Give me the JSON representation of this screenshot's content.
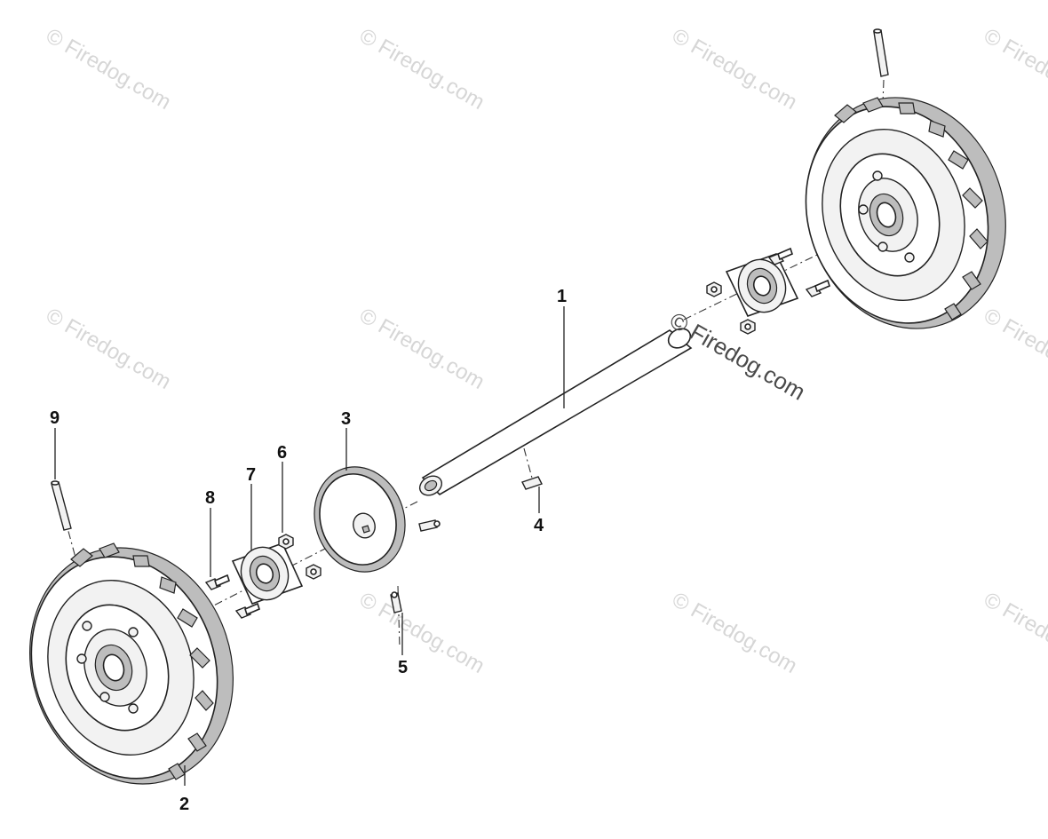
{
  "diagram": {
    "callouts": [
      "1",
      "2",
      "3",
      "4",
      "5",
      "6",
      "7",
      "8",
      "9"
    ],
    "watermark_text": "© Firedog.com",
    "center_watermark_text": "© Firedog.com"
  }
}
